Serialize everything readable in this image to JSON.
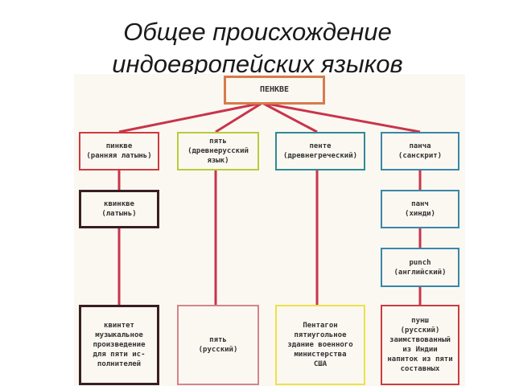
{
  "title": {
    "line1": "Общее происхождение",
    "line2": "индоевропейских языков"
  },
  "colors": {
    "connector": "#c9344a",
    "root_border": "#d97a4a",
    "background": "#fbf8f2"
  },
  "nodes": {
    "root": {
      "l1": "ПЕНКВЕ"
    },
    "latin_early": {
      "l1": "пинкве",
      "l2": "(ранняя латынь)"
    },
    "old_russian": {
      "l1": "пять",
      "l2": "(древнерусский",
      "l3": "язык)"
    },
    "old_greek": {
      "l1": "пенте",
      "l2": "(древнегреческий)"
    },
    "sanskrit": {
      "l1": "панча",
      "l2": "(санскрит)"
    },
    "latin": {
      "l1": "квинкве",
      "l2": "(латынь)"
    },
    "hindi": {
      "l1": "панч",
      "l2": "(хинди)"
    },
    "english": {
      "l1": "punch",
      "l2": "(английский)"
    },
    "quintet": {
      "l1": "квинтет",
      "l2": "музыкальное",
      "l3": "произведение",
      "l4": "для пяти ис-",
      "l5": "полнителей"
    },
    "pyat_russian": {
      "l1": "пять",
      "l2": "(русский)"
    },
    "pentagon": {
      "l1": "Пентагон",
      "l2": "пятиугольное",
      "l3": "здание военного",
      "l4": "министерства",
      "l5": "США"
    },
    "punsh": {
      "l1": "пунш",
      "l2": "(русский)",
      "l3": "заимствованный",
      "l4": "из Индии",
      "l5": "напиток из пяти",
      "l6": "составных"
    }
  }
}
